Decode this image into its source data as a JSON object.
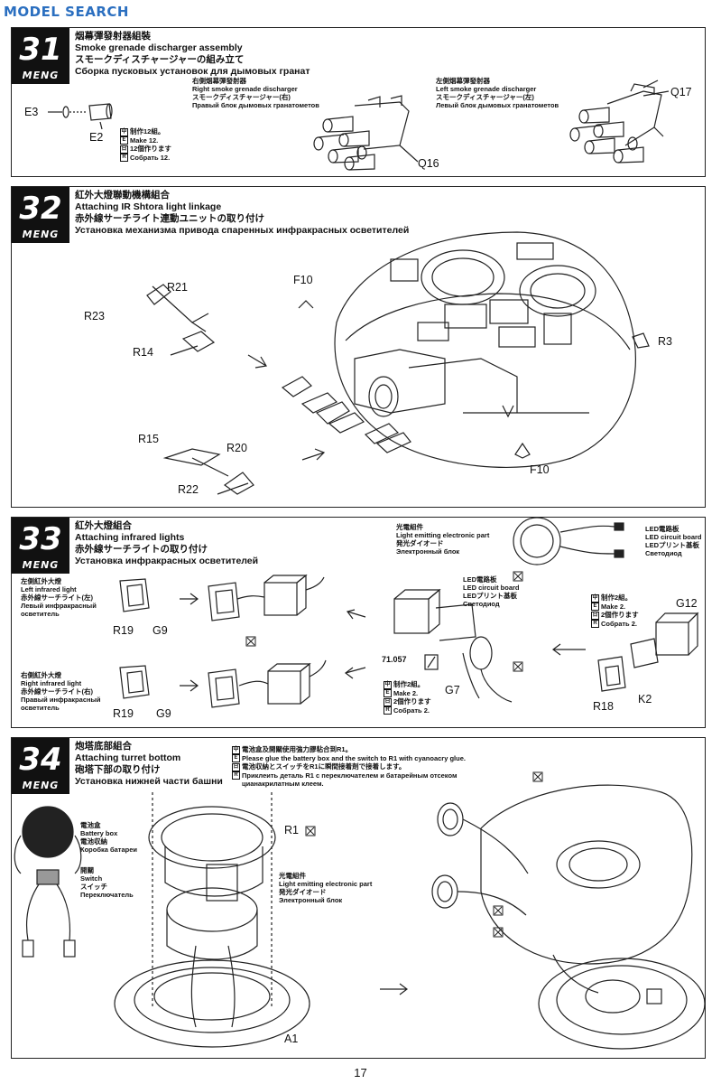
{
  "watermark": {
    "brand": "MODEL SEARCH",
    "url": ""
  },
  "brand": "MENG",
  "page_number": "17",
  "steps": [
    {
      "number": "31",
      "title_zh": "烟幕彈發射器組裝",
      "title_en": "Smoke grenade discharger assembly",
      "title_ja": "スモークディスチャージャーの組み立て",
      "title_ru": "Сборка пусковых установок для дымовых гранат",
      "make_note": {
        "zh": "制作12組。",
        "en": "Make 12.",
        "ja": "12個作ります",
        "ru": "Собрать 12."
      },
      "right_zh": "右側烟幕彈發射器",
      "right_en": "Right smoke grenade discharger",
      "right_ja": "スモークディスチャージャー(右)",
      "right_ru": "Правый блок дымовых гранатометов",
      "left_zh": "左側烟幕彈發射器",
      "left_en": "Left smoke grenade discharger",
      "left_ja": "スモークディスチャージャー(左)",
      "left_ru": "Левый блок дымовых гранатометов",
      "parts": {
        "e3": "E3",
        "e2": "E2",
        "q16": "Q16",
        "q17": "Q17"
      }
    },
    {
      "number": "32",
      "title_zh": "紅外大燈聯動機構組合",
      "title_en": "Attaching IR Shtora light linkage",
      "title_ja": "赤外線サーチライト連動ユニットの取り付け",
      "title_ru": "Установка механизма привода спаренных инфракрасных осветителей",
      "parts": {
        "r21": "R21",
        "r23": "R23",
        "r14": "R14",
        "f10a": "F10",
        "r3": "R3",
        "r15": "R15",
        "r20": "R20",
        "r22": "R22",
        "f10b": "F10"
      }
    },
    {
      "number": "33",
      "title_zh": "紅外大燈組合",
      "title_en": "Attaching infrared lights",
      "title_ja": "赤外線サーチライトの取り付け",
      "title_ru": "Установка инфракрасных осветителей",
      "left_light": {
        "zh": "左側紅外大燈",
        "en": "Left infrared light",
        "ja": "赤外線サーチライト(左)",
        "ru1": "Левый инфракрасный",
        "ru2": "осветитель"
      },
      "right_light": {
        "zh": "右側紅外大燈",
        "en": "Right infrared light",
        "ja": "赤外線サーチライト(右)",
        "ru1": "Правый инфракрасный",
        "ru2": "осветитель"
      },
      "light_part": {
        "zh": "光電組件",
        "en": "Light emitting electronic part",
        "ja": "発光ダイオード",
        "ru": "Электронный блок"
      },
      "led_board": {
        "zh": "LED電路板",
        "en": "LED circuit board",
        "ja": "LEDプリント基板",
        "ru": "Светодиод"
      },
      "make2_a": {
        "zh": "制作2組。",
        "en": "Make 2.",
        "ja": "2個作ります",
        "ru": "Собрать 2."
      },
      "make2_b": {
        "zh": "制作2組。",
        "en": "Make 2.",
        "ja": "2個作ります",
        "ru": "Собрать 2."
      },
      "paint_code": "71.057",
      "parts": {
        "r19a": "R19",
        "g9a": "G9",
        "r19b": "R19",
        "g9b": "G9",
        "g7": "G7",
        "g12": "G12",
        "r18": "R18",
        "k2": "K2"
      }
    },
    {
      "number": "34",
      "title_zh": "炮塔底部組合",
      "title_en": "Attaching turret bottom",
      "title_ja": "砲塔下部の取り付け",
      "title_ru": "Установка нижней части башни",
      "glue_note": {
        "zh": "電池盒及開關使用強力膠粘合到R1。",
        "en1": "Please glue the battery box and the switch to R1 with cyanoacry glue.",
        "ja": "電池収納とスイッチをR1に瞬間接着剤で接着します。",
        "ru1": "Приклеить деталь R1 с переключателем и батарейным отсеком",
        "ru2": "цианакрилатным клеем."
      },
      "battery_box": {
        "zh": "電池盒",
        "en": "Battery box",
        "ja": "電池収納",
        "ru": "Коробка батареи"
      },
      "switch": {
        "zh": "開關",
        "en": "Switch",
        "ja": "スイッチ",
        "ru": "Переключатель"
      },
      "light_part": {
        "zh": "光電組件",
        "en": "Light emitting electronic part",
        "ja": "発光ダイオード",
        "ru": "Электронный блок"
      },
      "parts": {
        "r1": "R1",
        "a1": "A1"
      }
    }
  ]
}
